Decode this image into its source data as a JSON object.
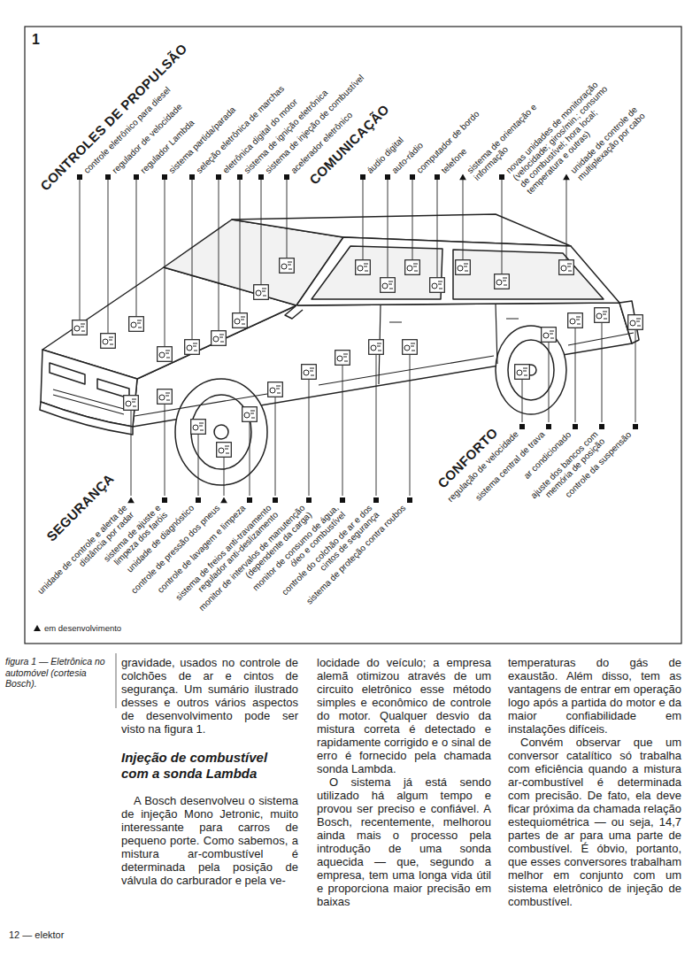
{
  "diagram": {
    "caption": "figura 1 — Eletrônica no automóvel (cortesia Bosch).",
    "labels": [
      "1",
      "CONTROLES DE PROPULSÃO",
      "controle eletrônico para diesel",
      "regulador de velocidade",
      "regulador Lambda",
      "sistema partida/parada",
      "seleção eletrônica de marchas",
      "eletrônica digital do motor",
      "sistema de ignição eletrônica",
      "sistema de injeção de combustível",
      "acelerador eletrônico",
      "COMUNICAÇÃO",
      "áudio digital",
      "auto-rádio",
      "computador de bordo",
      "telefone",
      "sistema de orientação e informação",
      "novas unidades de monitoração (velocidade; giros/min.; consumo de combustível; hora local; temperatura e outras)",
      "unidade de controle de multiplexação por cabo",
      "SEGURANÇA",
      "unidade de controle e alerta de distância por radar",
      "sistema de ajuste e limpeza dos faróis",
      "unidade de diagnóstico",
      "controle de pressão dos pneus",
      "controle de lavagem e limpeza",
      "sistema de freios anti-travamento regulador anti-deslizamento",
      "monitor de intervalos de manutenção (dependente da carga)",
      "monitor de consumo de água, óleo e combustível",
      "controle do colchão de ar e dos cintos de segurança",
      "sistema de proteção contra roubos",
      "CONFORTO",
      "regulação de velocidade",
      "sistema central de trava",
      "ar condicionado",
      "ajuste dos bancos com memória de posição",
      "controle da suspensão",
      "gravidade, usados no controle de colchões de ar e cintos de segurança. Um sumário ilustrado desses e outros vários aspectos de desenvolvimento pode ser visto na figura 1.",
      "Injeção de combustível com a sonda Lambda",
      "A Bosch desenvolveu o sistema de injeção Mono Jetronic, muito interessante para carros de pequeno porte. Como sabemos, a mistura ar-combustível é determinada pela posição de válvula do carburador e pela ve-",
      "locidade do veículo; a empresa alemã otimizou através de um circuito eletrônico esse método simples e econômico de controle do motor. Qualquer desvio da mistura correta é detectado e rapidamente corrigido e o sinal de erro é fornecido pela chamada sonda Lambda.",
      "O sistema já está sendo utilizado há algum tempo e provou ser preciso e confiável. A Bosch, recentemente, melhorou ainda mais o processo pela introdução de uma sonda aquecida — que, segundo a empresa, tem uma longa vida útil e proporciona maior precisão em baixas",
      "temperaturas do gás de exaustão. Além disso, tem as vantagens de entrar em operação logo após a partida do motor e da maior confiabilidade em instalações difíceis.",
      "Convém observar que um conversor catalítico só trabalha com eficiência quando a mistura ar-combustível é determinada com precisão. De fato, ela deve ficar próxima da chamada relação estequiométrica — ou seja, 14,7 partes de ar para uma parte de combustível. É óbvio, portanto, que esses conversores trabalham melhor em conjunto com um sistema eletrônico de injeção de combustível.",
      "12 — elektor"
    ],
    "legend": [
      {
        "text": "em desenvolvimento"
      }
    ]
  }
}
